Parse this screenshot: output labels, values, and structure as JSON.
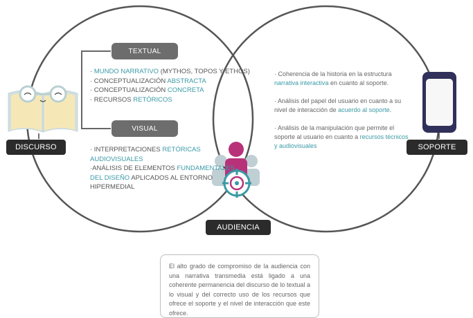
{
  "labels": {
    "discurso": "DISCURSO",
    "soporte": "SOPORTE",
    "audiencia": "AUDIENCIA",
    "textual": "TEXTUAL",
    "visual": "VISUAL"
  },
  "textual_items": [
    [
      {
        "t": "· ",
        "hl": false
      },
      {
        "t": "MUNDO NARRATIVO",
        "hl": true
      },
      {
        "t": " (MYTHOS, TOPOS Y ETHOS)",
        "hl": false
      }
    ],
    [
      {
        "t": "· CONCEPTUALIZACIÓN ",
        "hl": false
      },
      {
        "t": "ABSTRACTA",
        "hl": true
      }
    ],
    [
      {
        "t": "· CONCEPTUALIZACIÓN ",
        "hl": false
      },
      {
        "t": "CONCRETA",
        "hl": true
      }
    ],
    [
      {
        "t": "· RECURSOS ",
        "hl": false
      },
      {
        "t": "RETÓRICOS",
        "hl": true
      }
    ]
  ],
  "visual_items": [
    [
      {
        "t": "· INTERPRETACIONES ",
        "hl": false
      },
      {
        "t": "RETÓRICAS",
        "hl": true
      }
    ],
    [
      {
        "t": "AUDIOVISUALES",
        "hl": true
      }
    ],
    [
      {
        "t": "·ANÁLISIS DE ELEMENTOS ",
        "hl": false
      },
      {
        "t": "FUNDAMENTALES",
        "hl": true
      }
    ],
    [
      {
        "t": "DEL DISEÑO",
        "hl": true
      },
      {
        "t": " APLICADOS AL ENTORNO",
        "hl": false
      }
    ],
    [
      {
        "t": "HIPERMEDIAL",
        "hl": false
      }
    ]
  ],
  "soporte_items": [
    [
      {
        "t": "· Coherencia de la historia en la estructura ",
        "hl": false
      },
      {
        "t": "narrativa interactiva",
        "hl": true
      },
      {
        "t": " en cuanto al soporte.",
        "hl": false
      }
    ],
    [
      {
        "t": "· Análisis del papel del usuario en cuanto a su nivel de interacción de ",
        "hl": false
      },
      {
        "t": "acuerdo al soporte",
        "hl": true
      },
      {
        "t": ".",
        "hl": false
      }
    ],
    [
      {
        "t": "· Análisis de la manipulación que permite el soporte al usuario en cuanto a ",
        "hl": false
      },
      {
        "t": "recursos técnicos y audiovisuales",
        "hl": true
      }
    ]
  ],
  "summary": "El alto grado de compromiso de la audiencia con una narrativa transmedia está ligado a una coherente permanencia del discurso de lo textual a lo visual y del correcto uso de los recursos que ofrece el soporte y el nivel de interacción que este ofrece.",
  "colors": {
    "accent": "#3a9aa6",
    "magenta": "#b8327a",
    "dark_label": "#2b2b2b",
    "gray_label": "#6d6d6d"
  },
  "icons": [
    "book-icon",
    "phone-icon",
    "audience-target-icon"
  ]
}
